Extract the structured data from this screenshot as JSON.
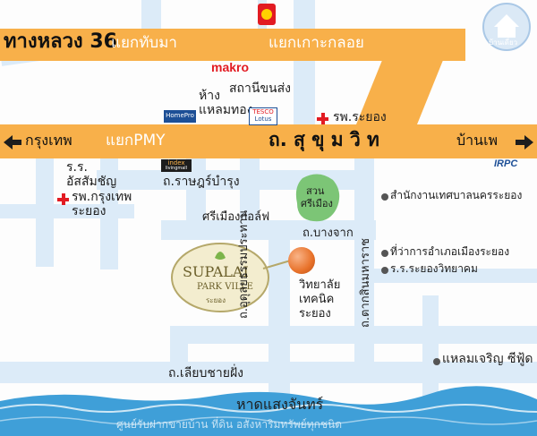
{
  "roads": {
    "highway_36": "ทางหลวง 36",
    "junction_thap_ma": "แยกทับมา",
    "junction_ko_kloi": "แยกเกาะกลอย",
    "junction_pmy": "แยกPMY",
    "sukhumvit_road": "ถ. สุ ขุ ม วิ ท",
    "to_bangkok": "กรุงเทพ",
    "to_ban_phe": "บ้านเพ",
    "ratchaburana_road": "ถ.ราษฎร์บำรุง",
    "bang_chak_road": "ถ.บางจาก",
    "uthitthamprathan_road": "ถ.อุดุลยธรรมประทาน",
    "tak_sin_maharat_road": "ถ.ตากสินมหาราช",
    "liap_chai_fang_road": "ถ.เลียบชายฝั่ง"
  },
  "places": {
    "makro": "makro",
    "home_pro": "HomePro",
    "tesco_lotus_top": "TESCO",
    "tesco_lotus_bottom": "Lotus",
    "laemthong_mall_line1": "ห้าง",
    "laemthong_mall_line2": "แหลมทอง",
    "bus_station": "สถานีขนส่ง",
    "rayong_hospital": "รพ.ระยอง",
    "index_living_top": "index",
    "index_living_bottom": "livingmall",
    "irpc": "IRPC",
    "school_assumption_line1": "ร.ร.",
    "school_assumption_line2": "อัสสัมชัญ",
    "bangkok_hospital_line1": "รพ.กรุงเทพ",
    "bangkok_hospital_line2": "ระยอง",
    "sri_mueang_golf": "ศรีเมืองกอล์ฟ",
    "sri_mueang_park_line1": "สวน",
    "sri_mueang_park_line2": "ศรีเมือง",
    "municipal_office": "สำนักงานเทศบาลนครระยอง",
    "district_office": "ที่ว่าการอำเภอเมืองระยอง",
    "rayong_witthayakhom": "ร.ร.ระยองวิทยาคม",
    "technical_college_line1": "วิทยาลัย",
    "technical_college_line2": "เทคนิค",
    "technical_college_line3": "ระยอง",
    "laem_charoen_seafood": "แหลมเจริญ ซีฟู้ด",
    "saeng_chan_beach": "หาดแสงจันทร์"
  },
  "project": {
    "name_line1": "SUPALAI",
    "name_line2": "PARK VILLE",
    "city": "ระยอง"
  },
  "watermark": {
    "logo_text": "บ้านเดี่ยว",
    "bottom_slogan": "ศูนย์รับฝากขายบ้าน ที่ดิน อสังหาริมทรัพย์ทุกชนิด"
  },
  "colors": {
    "highway": "#f8b04a",
    "road": "#dcebf8",
    "sea": "#3f9fd8",
    "marker": "#e8722a",
    "park": "#7cc576",
    "hospital_cross": "#e21b22"
  }
}
